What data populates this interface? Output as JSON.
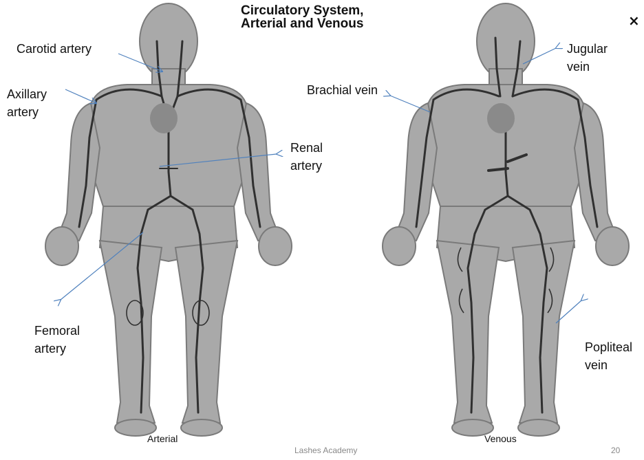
{
  "title_line1": "Circulatory System,",
  "title_line2": "Arterial and Venous",
  "close_glyph": "×",
  "labels": {
    "carotid": "Carotid artery",
    "axillary_1": "Axillary",
    "axillary_2": "artery",
    "renal_1": "Renal",
    "renal_2": "artery",
    "femoral_1": "Femoral",
    "femoral_2": "artery",
    "brachial": "Brachial vein",
    "jugular_1": "Jugular",
    "jugular_2": "vein",
    "popliteal_1": "Popliteal",
    "popliteal_2": "vein"
  },
  "captions": {
    "left": "Arterial",
    "right": "Venous"
  },
  "footer": {
    "text": "Lashes Academy",
    "page": "20"
  },
  "colors": {
    "body_fill": "#a9a9a9",
    "vessel": "#303030",
    "arrow": "#4f81bd"
  }
}
